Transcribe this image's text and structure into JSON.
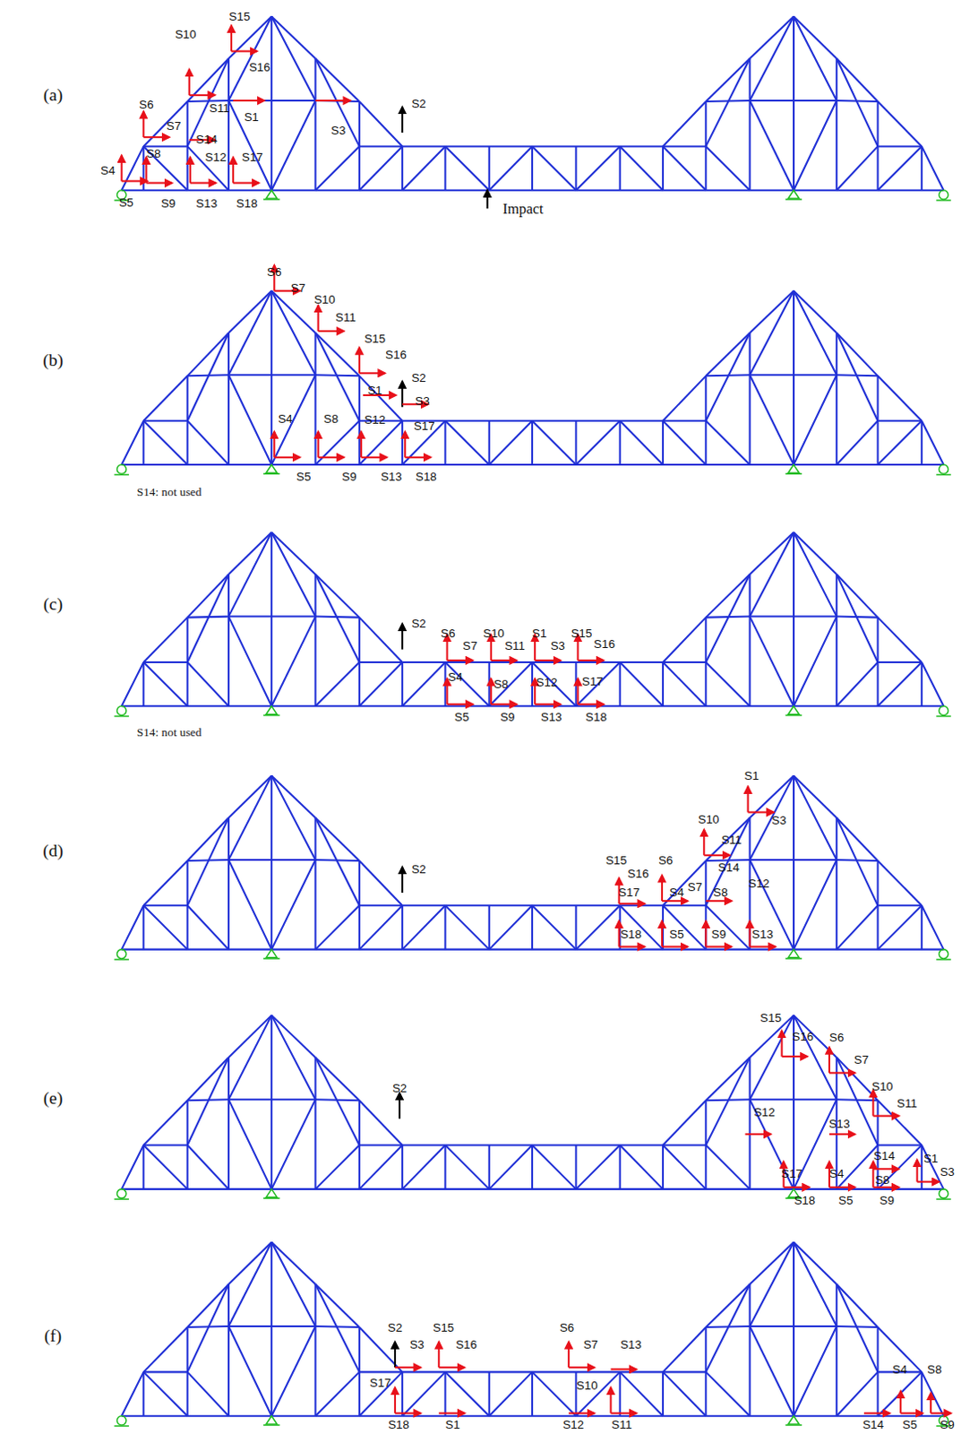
{
  "diagram": {
    "labels": [
      "(a)",
      "S15",
      "S10",
      "S6",
      "S4",
      "S16",
      "S11",
      "S7",
      "S1",
      "S3",
      "S14",
      "S8",
      "S12",
      "S17",
      "S2",
      "S5",
      "S9",
      "S13",
      "S18",
      "Impact",
      "(b)",
      "S6",
      "S7",
      "S10",
      "S11",
      "S15",
      "S16",
      "S2",
      "S1",
      "S3",
      "S4",
      "S8",
      "S12",
      "S17",
      "S5",
      "S9",
      "S13",
      "S18",
      "S14: not used",
      "(c)",
      "S2",
      "S6",
      "S10",
      "S1",
      "S15",
      "S7",
      "S11",
      "S3",
      "S16",
      "S4",
      "S8",
      "S12",
      "S17",
      "S5",
      "S9",
      "S13",
      "S18",
      "S14: not used",
      "(d)",
      "S2",
      "S1",
      "S3",
      "S10",
      "S11",
      "S15",
      "S6",
      "S14",
      "S16",
      "S7",
      "S12",
      "S17",
      "S4",
      "S8",
      "S18",
      "S5",
      "S9",
      "S13",
      "(e)",
      "S2",
      "S15",
      "S16",
      "S6",
      "S7",
      "S10",
      "S11",
      "S12",
      "S13",
      "S14",
      "S1",
      "S3",
      "S17",
      "S4",
      "S8",
      "S18",
      "S5",
      "S9",
      "(f)",
      "S2",
      "S3",
      "S15",
      "S16",
      "S6",
      "S7",
      "S13",
      "S10",
      "S17",
      "S18",
      "S1",
      "S12",
      "S11",
      "S4",
      "S8",
      "S14",
      "S5",
      "S9"
    ]
  }
}
